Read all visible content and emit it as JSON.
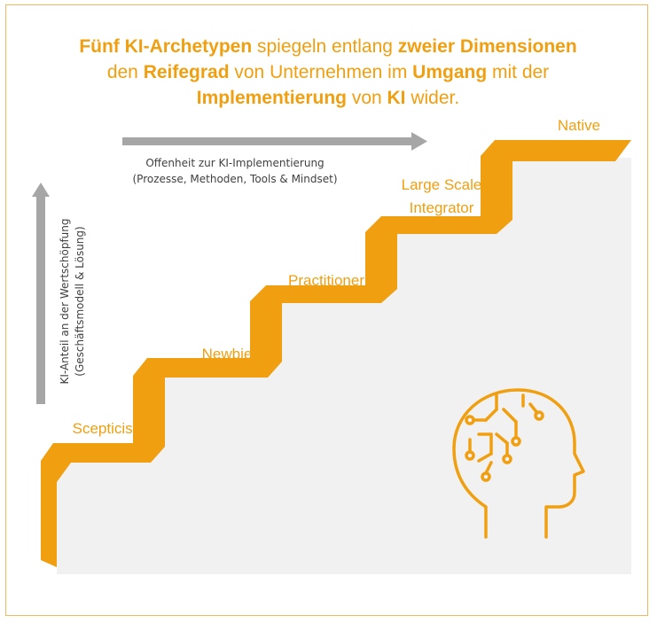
{
  "title": {
    "segments": [
      {
        "text": "Fünf KI-Archetypen",
        "bold": true
      },
      {
        "text": " spiegeln entlang ",
        "bold": false
      },
      {
        "text": "zweier Dimensionen",
        "bold": true
      },
      {
        "text": "\n",
        "bold": false
      },
      {
        "text": "den ",
        "bold": false
      },
      {
        "text": "Reifegrad",
        "bold": true
      },
      {
        "text": " von Unternehmen im ",
        "bold": false
      },
      {
        "text": "Umgang",
        "bold": true
      },
      {
        "text": " mit der",
        "bold": false
      },
      {
        "text": "\n",
        "bold": false
      },
      {
        "text": "Implementierung",
        "bold": true
      },
      {
        "text": " von ",
        "bold": false
      },
      {
        "text": "KI",
        "bold": true
      },
      {
        "text": " wider.",
        "bold": false
      }
    ]
  },
  "horizontal_axis": {
    "line1": "Offenheit zur KI-Implementierung",
    "line2": "(Prozesse, Methoden, Tools & Mindset)"
  },
  "vertical_axis": {
    "line1": "KI-Anteil an der Wertschöpfung",
    "line2": "(Geschäftsmodell & Lösung)"
  },
  "steps": {
    "scepticist": "Scepticist",
    "newbie": "Newbie",
    "practitioner": "Practitioner",
    "large_scale_line1": "Large Scale",
    "large_scale_line2": "Integrator",
    "native": "Native"
  },
  "colors": {
    "accent": "#ef9f10",
    "arrow": "#a6a6a6",
    "shadow_area": "#f1f1f1",
    "frame": "#f0b95a"
  },
  "icons": [
    "head-circuit-icon"
  ]
}
